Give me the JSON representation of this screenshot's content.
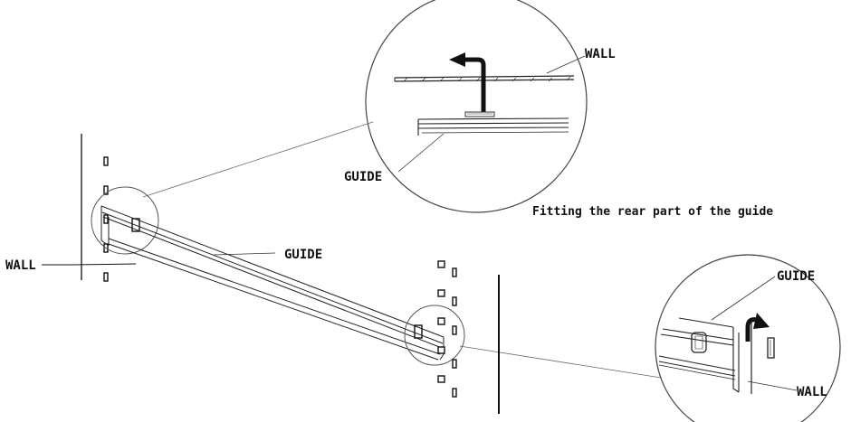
{
  "labels": {
    "wall_top": "WALL",
    "guide_top": "GUIDE",
    "caption": "Fitting the rear part of the guide",
    "wall_left": "WALL",
    "guide_middle": "GUIDE",
    "guide_right": "GUIDE",
    "wall_right": "WALL"
  },
  "colors": {
    "ink": "#111111",
    "background": "#ffffff"
  }
}
